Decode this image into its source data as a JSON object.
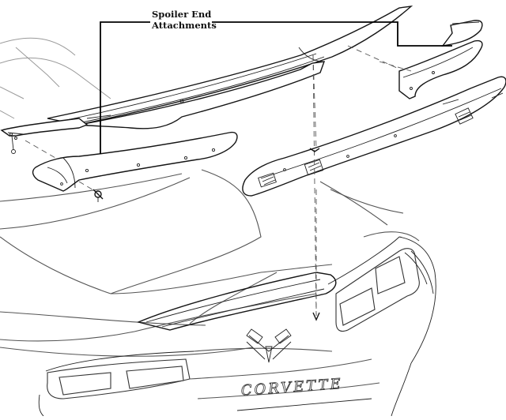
{
  "diagram": {
    "callout": {
      "line1": "Spoiler End",
      "line2": "Attachments"
    },
    "badge_text": "CORVETTE"
  }
}
